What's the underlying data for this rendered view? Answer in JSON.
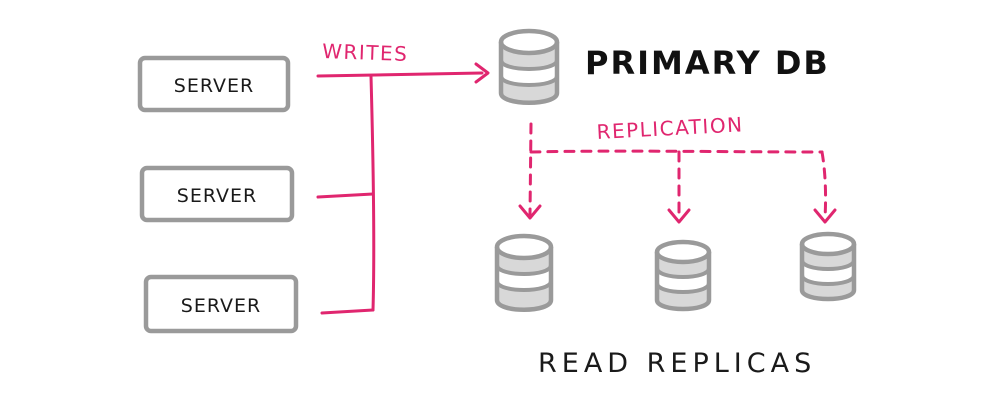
{
  "colors": {
    "outline": "#9a9a9a",
    "db_fill": "#d8d8d8",
    "accent": "#e0266f",
    "text": "#1a1a1a"
  },
  "servers": [
    {
      "label": "SERVER"
    },
    {
      "label": "SERVER"
    },
    {
      "label": "SERVER"
    }
  ],
  "writes_label": "WRITES",
  "primary": {
    "label": "PRIMARY DB",
    "icon": "database-icon"
  },
  "replication_label": "REPLICATION",
  "replicas": {
    "label": "READ REPLICAS",
    "count": 3,
    "icon": "database-icon"
  }
}
